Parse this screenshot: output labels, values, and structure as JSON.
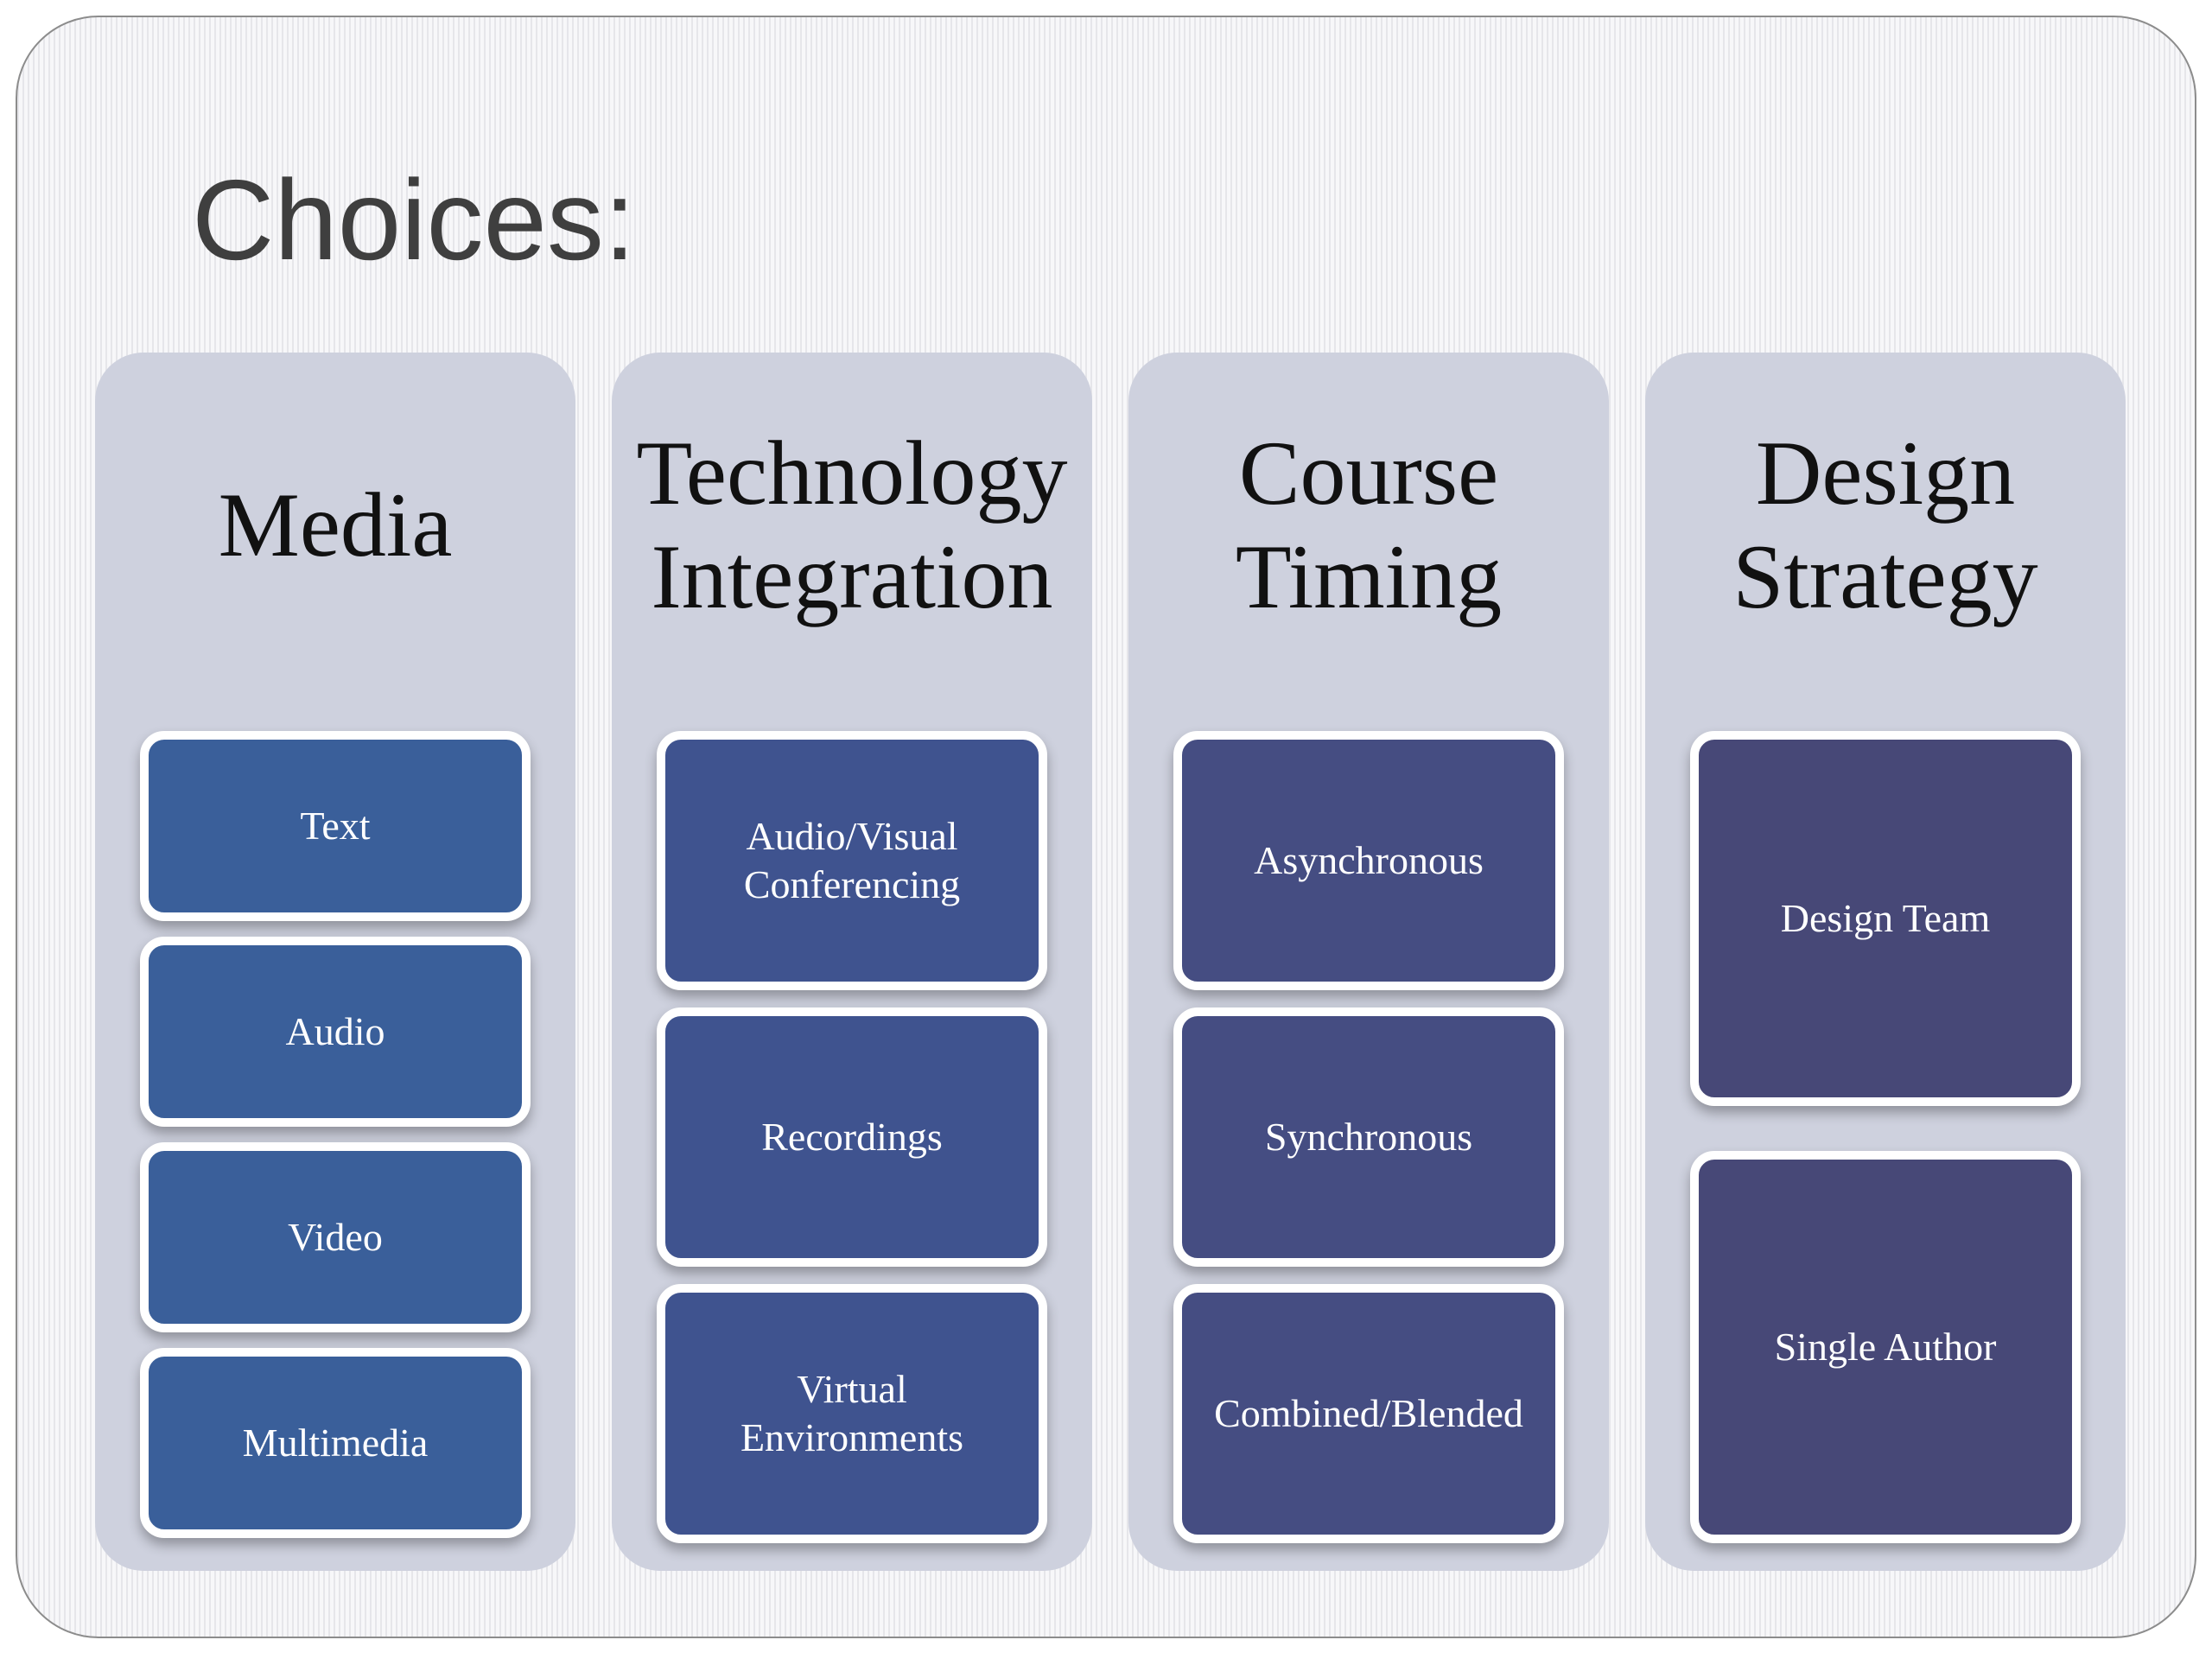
{
  "title": "Choices:",
  "columns": [
    {
      "heading": [
        "Media"
      ],
      "items": [
        "Text",
        "Audio",
        "Video",
        "Multimedia"
      ]
    },
    {
      "heading": [
        "Technology",
        "Integration"
      ],
      "items": [
        "Audio/Visual Conferencing",
        "Recordings",
        "Virtual Environments"
      ]
    },
    {
      "heading": [
        "Course",
        "Timing"
      ],
      "items": [
        "Asynchronous",
        "Synchronous",
        "Combined/Blended"
      ]
    },
    {
      "heading": [
        "Design",
        "Strategy"
      ],
      "items": [
        "Design Team",
        "Single Author"
      ]
    }
  ],
  "colors": {
    "column_background": "#ced1de",
    "media_card": "#3a5f9a",
    "technology_card": "#3f538f",
    "timing_card": "#454d82",
    "design_card": "#474877"
  }
}
